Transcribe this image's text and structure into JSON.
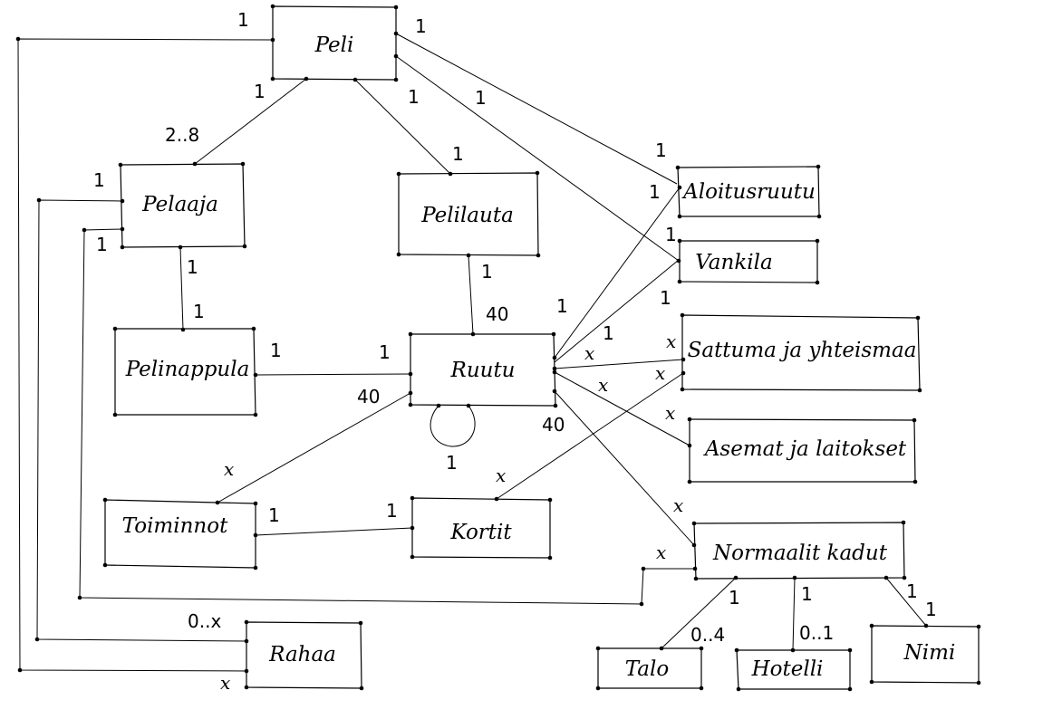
{
  "entities": {
    "peli": "Peli",
    "pelaaja": "Pelaaja",
    "pelilauta": "Pelilauta",
    "pelinappula": "Pelinappula",
    "ruutu": "Ruutu",
    "aloitusruutu": "Aloitusruutu",
    "vankila": "Vankila",
    "sattuma": "Sattuma ja yhteismaa",
    "asemat": "Asemat ja laitokset",
    "normaalit": "Normaalit kadut",
    "toiminnot": "Toiminnot",
    "kortit": "Kortit",
    "rahaa": "Rahaa",
    "talo": "Talo",
    "hotelli": "Hotelli",
    "nimi": "Nimi"
  },
  "multiplicities": {
    "peli_rahaa_1": "1",
    "peli_aloitus_1": "1",
    "peli_pelaaja_1": "1",
    "pelaaja_peli": "2..8",
    "peli_pelilauta_1": "1",
    "peli_vankila_1": "1",
    "pelilauta_peli": "1",
    "aloitus_peli": "1",
    "aloitus_ruutu": "1",
    "vankila_peli": "1",
    "vankila_ruutu": "1",
    "pelaaja_rahaa": "1",
    "pelaaja_normaalit": "1",
    "pelaaja_nappula": "1",
    "nappula_pelaaja": "1",
    "pelilauta_ruutu": "1",
    "ruutu_pelilauta": "40",
    "ruutu_aloitus": "1",
    "ruutu_vankila": "1",
    "nappula_ruutu": "1",
    "ruutu_nappula": "1",
    "ruutu_sattuma": "x",
    "sattuma_ruutu": "x",
    "sattuma_kortit": "x",
    "ruutu_asemat": "x",
    "asemat_ruutu": "x",
    "ruutu_toiminnot": "40",
    "ruutu_normaalit": "40",
    "ruutu_self": "1",
    "toiminnot_ruutu": "x",
    "kortit_sattuma": "x",
    "toiminnot_kortit": "1",
    "kortit_toiminnot": "1",
    "normaalit_ruutu": "x",
    "normaalit_pelaaja": "x",
    "normaalit_talo": "1",
    "talo_normaalit": "0..4",
    "normaalit_hotelli": "1",
    "hotelli_normaalit": "0..1",
    "normaalit_nimi": "1",
    "nimi_normaalit": "1",
    "rahaa_pelaaja": "0..x",
    "rahaa_peli": "x"
  }
}
